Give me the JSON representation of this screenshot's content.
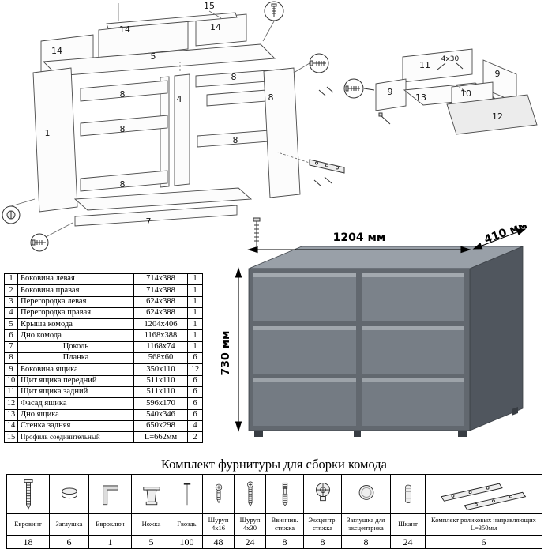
{
  "main_diagram": {
    "labels": [
      "15",
      "14",
      "14",
      "14",
      "5",
      "1",
      "4",
      "8",
      "8",
      "8",
      "8",
      "8",
      "8",
      "7"
    ]
  },
  "drawer_diagram": {
    "labels": [
      "11",
      "4x30",
      "9",
      "9",
      "13",
      "10",
      "12"
    ]
  },
  "parts_table": {
    "rows": [
      {
        "num": "1",
        "name": "Боковина левая",
        "size": "714x388",
        "qty": "1"
      },
      {
        "num": "2",
        "name": "Боковина правая",
        "size": "714x388",
        "qty": "1"
      },
      {
        "num": "3",
        "name": "Перегородка левая",
        "size": "624x388",
        "qty": "1"
      },
      {
        "num": "4",
        "name": "Перегородка правая",
        "size": "624x388",
        "qty": "1"
      },
      {
        "num": "5",
        "name": "Крыша комода",
        "size": "1204x406",
        "qty": "1"
      },
      {
        "num": "6",
        "name": "Дно комода",
        "size": "1168x388",
        "qty": "1"
      },
      {
        "num": "7",
        "name": "Цоколь",
        "size": "1168x74",
        "qty": "1"
      },
      {
        "num": "8",
        "name": "Планка",
        "size": "568x60",
        "qty": "6"
      },
      {
        "num": "9",
        "name": "Боковина ящика",
        "size": "350x110",
        "qty": "12"
      },
      {
        "num": "10",
        "name": "Щит ящика передний",
        "size": "511x110",
        "qty": "6"
      },
      {
        "num": "11",
        "name": "Щит ящика задний",
        "size": "511x110",
        "qty": "6"
      },
      {
        "num": "12",
        "name": "Фасад ящика",
        "size": "596x170",
        "qty": "6"
      },
      {
        "num": "13",
        "name": "Дно ящика",
        "size": "540x346",
        "qty": "6"
      },
      {
        "num": "14",
        "name": "Стенка задняя",
        "size": "650x298",
        "qty": "4"
      },
      {
        "num": "15",
        "name": "Профиль соединительный",
        "size": "L=662мм",
        "qty": "2"
      }
    ]
  },
  "dresser": {
    "width_label": "1204 мм",
    "depth_label": "410 мм",
    "height_label": "730 мм"
  },
  "hardware": {
    "title": "Комплект фурнитуры для сборки комода",
    "items": [
      {
        "icon": "euro-screw-icon",
        "label": "Евровинт",
        "qty": "18"
      },
      {
        "icon": "plug-icon",
        "label": "Заглушка",
        "qty": "6"
      },
      {
        "icon": "hex-key-icon",
        "label": "Евроключ",
        "qty": "1"
      },
      {
        "icon": "leg-icon",
        "label": "Ножка",
        "qty": "5"
      },
      {
        "icon": "nail-icon",
        "label": "Гвоздь",
        "qty": "100"
      },
      {
        "icon": "screw-short-icon",
        "label": "Шуруп 4x16",
        "qty": "48"
      },
      {
        "icon": "screw-long-icon",
        "label": "Шуруп 4x30",
        "qty": "24"
      },
      {
        "icon": "bolt-icon",
        "label": "Ввинчив. стяжка",
        "qty": "8"
      },
      {
        "icon": "cam-icon",
        "label": "Эксцентр. стяжка",
        "qty": "8"
      },
      {
        "icon": "cam-plug-icon",
        "label": "Заглушка для эксцентрика",
        "qty": "8"
      },
      {
        "icon": "dowel-icon",
        "label": "Шкант",
        "qty": "24"
      },
      {
        "icon": "rails-icon",
        "label": "Комплект роликовых направляющих L=350мм",
        "qty": "6"
      }
    ]
  }
}
